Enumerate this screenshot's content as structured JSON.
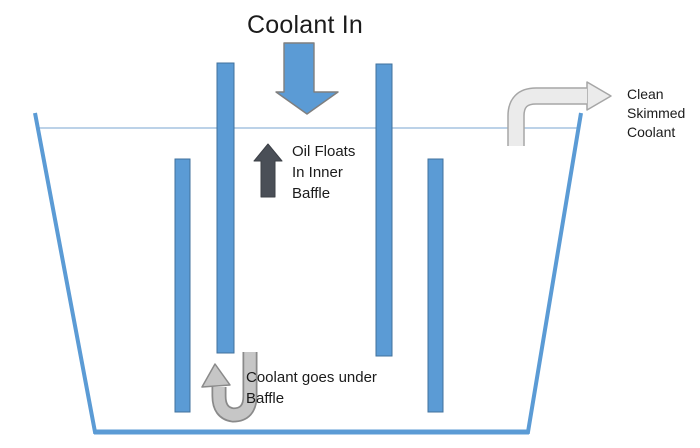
{
  "title": "Coolant In",
  "labels": {
    "oil_floats": {
      "lines": [
        "Oil Floats",
        "In Inner",
        "Baffle"
      ]
    },
    "under_baffle": {
      "lines": [
        "Coolant goes under",
        "Baffle"
      ]
    },
    "clean_coolant": {
      "lines": [
        "Clean",
        "Skimmed",
        "Coolant"
      ]
    }
  },
  "colors": {
    "tank_outline": "#5B9BD5",
    "baffle_fill": "#5B9BD5",
    "baffle_border": "#41719C",
    "water_line": "#BCD2E8",
    "coolant_in_arrow_fill": "#5B9BD5",
    "coolant_in_arrow_border": "#7F7F7F",
    "oil_arrow_fill": "#4A4F57",
    "oil_arrow_border": "#3C4047",
    "under_arrow_fill": "#C6C6C6",
    "under_arrow_border": "#8A8A8A",
    "skim_arrow_fill": "#EBEBEB",
    "skim_arrow_border": "#A6A6A6",
    "text": "#1B1B1B"
  }
}
